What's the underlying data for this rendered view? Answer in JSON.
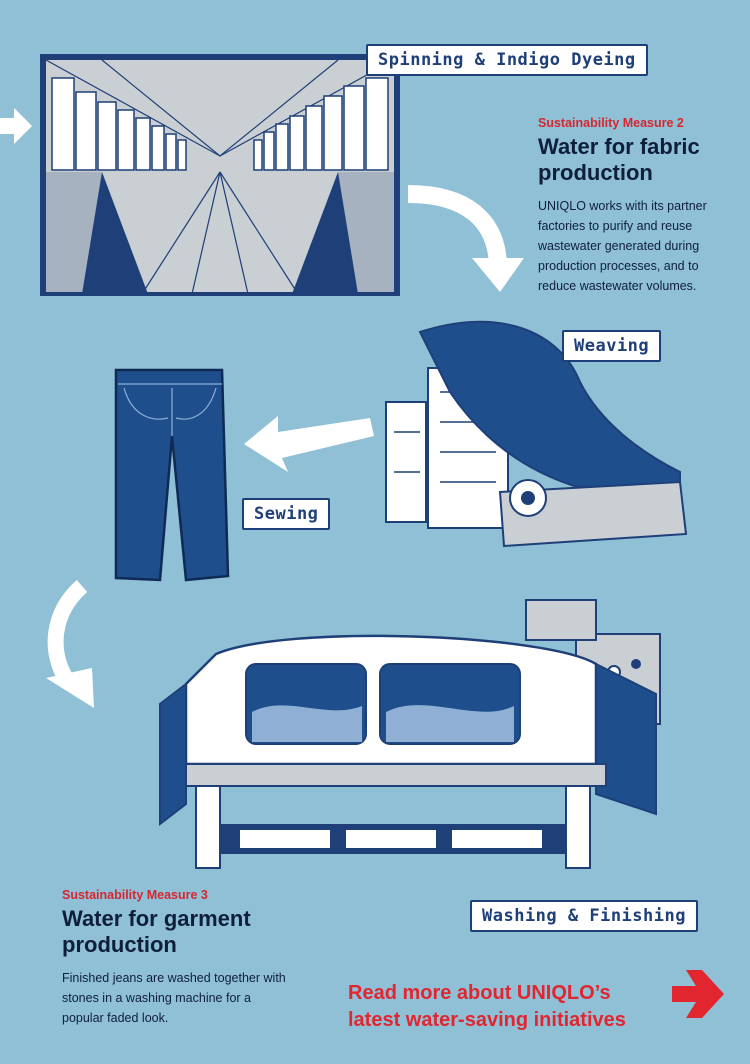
{
  "stages": {
    "spinning": "Spinning & Indigo Dyeing",
    "weaving": "Weaving",
    "sewing": "Sewing",
    "washing": "Washing & Finishing"
  },
  "measure2": {
    "kicker": "Sustainability Measure 2",
    "title": "Water for fabric production",
    "body": "UNIQLO works with its partner factories to purify and reuse wastewater generated during production processes, and to reduce wastewater volumes."
  },
  "measure3": {
    "kicker": "Sustainability Measure 3",
    "title": "Water for garment production",
    "body": "Finished jeans are washed together with stones in a washing machine for a popular faded look."
  },
  "cta": {
    "text": "Read more about UNIQLO’s latest water-saving initiatives",
    "icon": "arrow-right-icon"
  },
  "colors": {
    "background": "#8fc0d6",
    "navy": "#1e3f78",
    "accent_red": "#e12630"
  }
}
